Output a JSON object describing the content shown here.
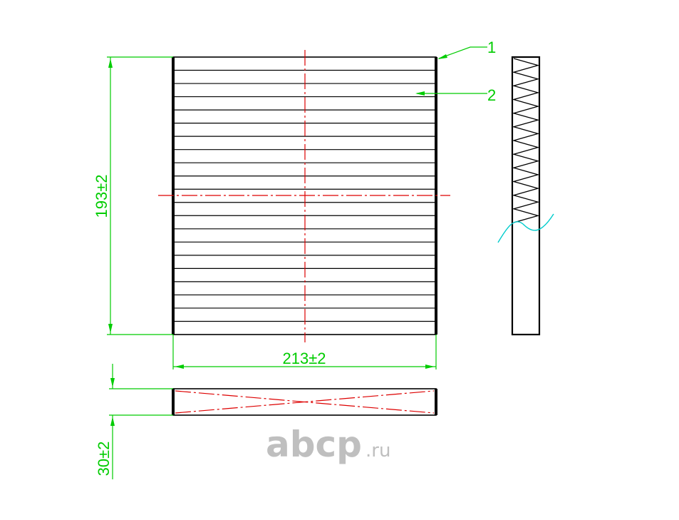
{
  "dimensions": {
    "height": "193±2",
    "width": "213±2",
    "thickness": "30±2"
  },
  "callouts": {
    "frame": "1",
    "media": "2"
  },
  "watermark": {
    "brand": "abcp",
    "tld": ".ru"
  },
  "colors": {
    "outline": "#000000",
    "dimension": "#00cc00",
    "centerline": "#dd0000",
    "break_line": "#00cccc",
    "watermark": "#bfbfbf"
  },
  "filter": {
    "pleat_lines_front": 20,
    "zigzag_folds_side": 12
  }
}
